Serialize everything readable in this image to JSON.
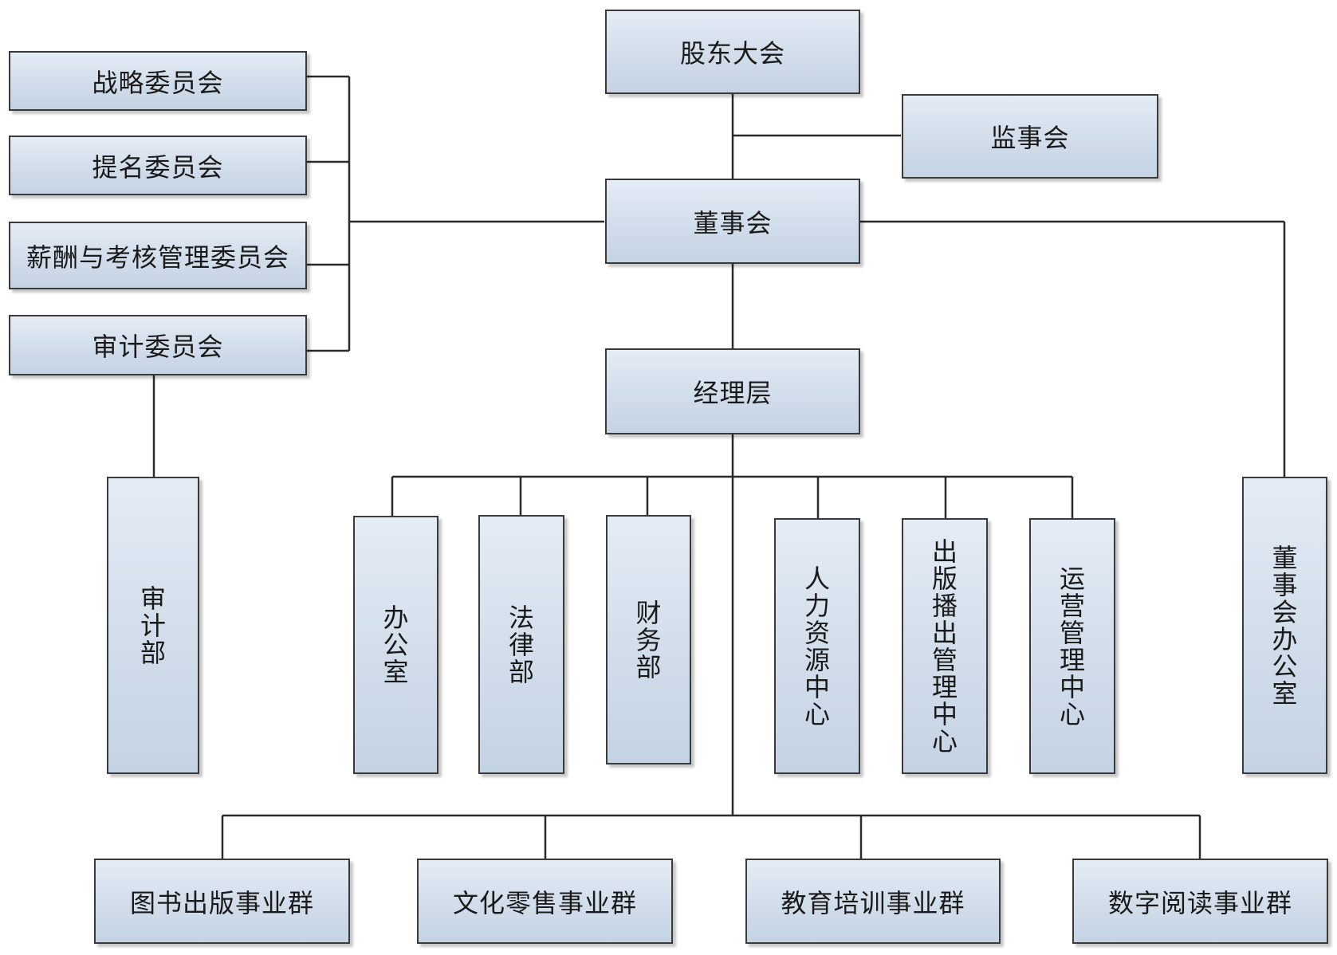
{
  "top": {
    "shareholders": "股东大会",
    "supervisors": "监事会",
    "board": "董事会",
    "management": "经理层"
  },
  "committees": [
    "战略委员会",
    "提名委员会",
    "薪酬与考核管理委员会",
    "审计委员会"
  ],
  "audit_dept": "审计部",
  "board_office": "董事会办公室",
  "departments": [
    "办公室",
    "法律部",
    "财务部",
    "人力资源中心",
    "出版播出管理中心",
    "运营管理中心"
  ],
  "business_groups": [
    "图书出版事业群",
    "文化零售事业群",
    "教育培训事业群",
    "数字阅读事业群"
  ]
}
